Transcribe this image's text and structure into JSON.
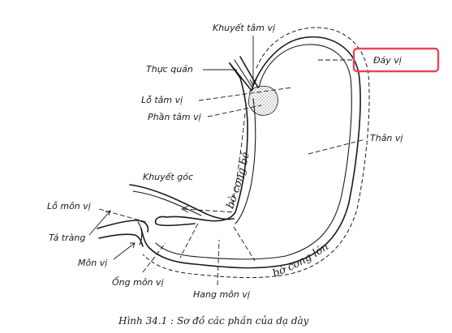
{
  "caption": "Hình 34.1 : Sơ đồ các phần của dạ dày",
  "labels": {
    "khuyet_tam_vi": "Khuyết tâm vị",
    "day_vi": "Đáy vị",
    "thuc_quan": "Thực quản",
    "lo_tam_vi": "Lỗ tâm vị",
    "phan_tam_vi": "Phần tâm vị",
    "than_vi": "Thân vị",
    "khuyet_goc": "Khuyết góc",
    "bo_cong_be": "bờ cong bé",
    "lo_mon_vi": "Lỗ môn vị",
    "ta_trang": "Tá tràng",
    "mon_vi": "Môn vị",
    "ong_mon_vi": "Ống môn vị",
    "hang_mon_vi": "Hang môn vị",
    "bo_cong_lon": "bờ cong lớn"
  },
  "highlight": {
    "target": "day_vi",
    "color": "#e8455a"
  },
  "colors": {
    "ink": "#1a1a1a"
  }
}
